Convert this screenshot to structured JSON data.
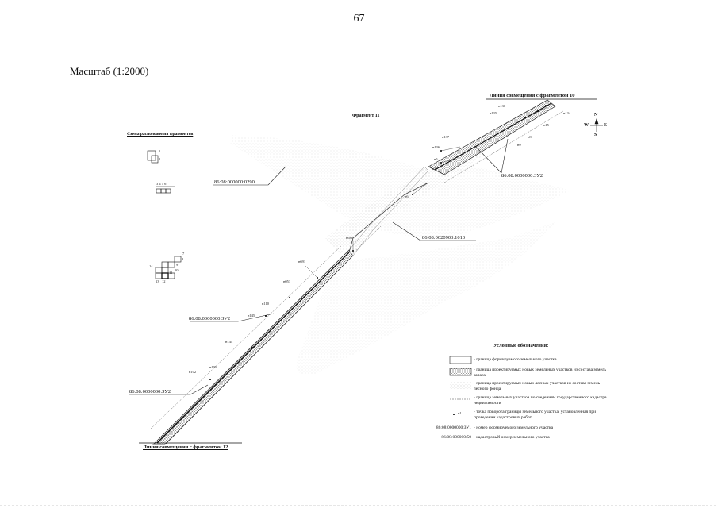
{
  "page": {
    "number": "67"
  },
  "header": {
    "scale": "Масштаб (1:2000)"
  },
  "map": {
    "fragment_title": "Фрагмент 11",
    "link_top": "Линия совмещения с фрагментом 10",
    "link_bottom": "Линия совмещения с фрагментом 12",
    "scheme_title": "Схема расположения фрагментов",
    "cadastral_labels": {
      "c0290": "86:08:000000:0290",
      "c1010": "86:08:0020903:1010",
      "zu2_a": "86:08:0000000:ЗУ2",
      "zu2_b": "86:08:0000000:ЗУ2",
      "zu2_c": "86:08:0000000:ЗУ2"
    },
    "points": {
      "p130": "н130",
      "p135": "н135",
      "p15": "н15",
      "p134": "н134",
      "p8": "н8",
      "p9": "н9",
      "p137": "н137",
      "p136": "н136",
      "p5": "н5",
      "p7": "н7",
      "p6": "н6",
      "p680": "н680",
      "p691": "н691",
      "p053": "н053",
      "p110": "н110",
      "p145": "н145",
      "p144": "н144",
      "p105": "н105",
      "p102": "н102"
    },
    "compass": {
      "n": "N",
      "s": "S",
      "w": "W",
      "e": "E"
    }
  },
  "scheme": {
    "labels_a": [
      "1",
      "2"
    ],
    "numbers_row": "3 4 5 6",
    "labels_b": [
      "7",
      "8",
      "9",
      "10",
      "11",
      "12",
      "13",
      "14"
    ]
  },
  "legend": {
    "title": "Условные обозначения:",
    "items": [
      {
        "text": "- граница формируемого земельного участка"
      },
      {
        "text": "- граница проектируемых новых земельных участков из состава земель запаса"
      },
      {
        "text": "- граница проектируемых новых лесных участков из состава земель лесного фонда"
      },
      {
        "text": "- граница земельных участков по сведениям государственного кадастра недвижимости"
      },
      {
        "symbol": "н1",
        "text": "- точка поворота границы земельного участка, установленная при проведении кадастровых работ"
      },
      {
        "code": "86:08:0000000:ЗУ1",
        "text": "- номер формируемого земельного участка"
      },
      {
        "code": "86:08:000000:50",
        "text": "- кадастровый номер земельного участка"
      }
    ]
  }
}
